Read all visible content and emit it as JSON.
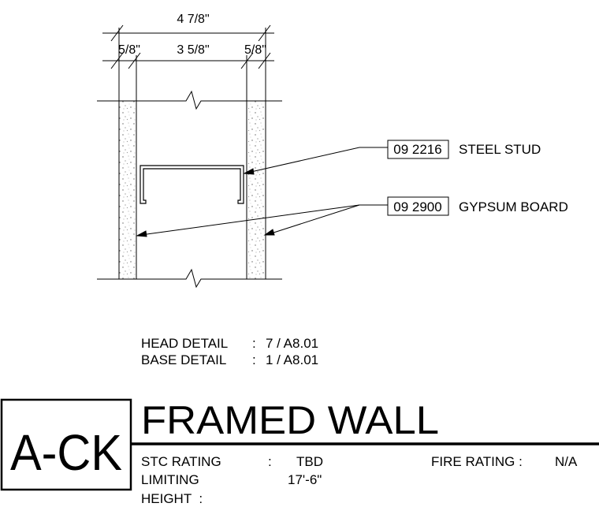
{
  "dimensions": {
    "overall": "4 7/8\"",
    "left_board": "5/8\"",
    "stud": "3 5/8\"",
    "right_board": "5/8\""
  },
  "callouts": [
    {
      "code": "09 2216",
      "label": "STEEL STUD"
    },
    {
      "code": "09 2900",
      "label": "GYPSUM BOARD"
    }
  ],
  "details": {
    "head_label": "HEAD DETAIL",
    "head_sep": ":",
    "head_value": "7 / A8.01",
    "base_label": "BASE DETAIL",
    "base_sep": ":",
    "base_value": "1 / A8.01"
  },
  "title_block": {
    "tag": "A-CK",
    "title": "FRAMED WALL",
    "stc_label": "STC RATING",
    "stc_sep": ":",
    "stc_value": "TBD",
    "fire_label": "FIRE RATING :",
    "fire_value": "N/A",
    "limiting_label_1": "LIMITING",
    "limiting_label_2": "HEIGHT  :",
    "limiting_value": "17'-6\""
  }
}
